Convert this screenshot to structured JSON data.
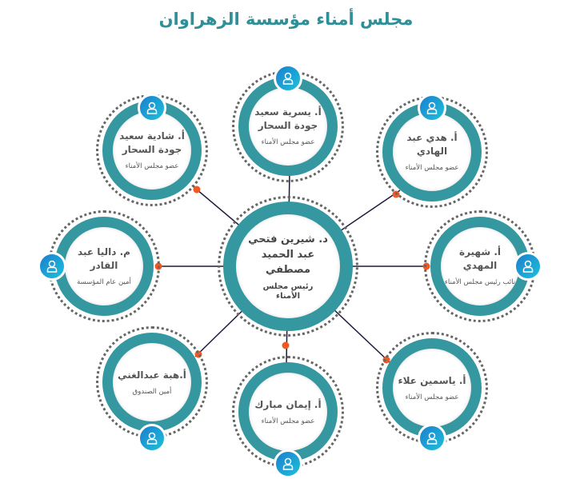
{
  "title": "مجلس أمناء مؤسسة الزهراوان",
  "center": {
    "name": "د. شيرين فتحي عبد الحميد مصطفي",
    "role": "رئيس مجلس الأمناء"
  },
  "members": [
    {
      "name": "أ. يسرية سعيد جودة السحار",
      "role": "عضو مجلس الأمناء"
    },
    {
      "name": "أ. شادية سعيد جودة السحار",
      "role": "عضو مجلس الأمناء"
    },
    {
      "name": "أ. هدي عبد الهادي",
      "role": "عضو مجلس الأمناء"
    },
    {
      "name": "م. داليا عبد القادر",
      "role": "أمين عام المؤسسة"
    },
    {
      "name": "أ. شهيرة المهدي",
      "role": "نائب رئيس مجلس الأمناء"
    },
    {
      "name": "أ.هبة عبدالغني",
      "role": "أمين الصندوق"
    },
    {
      "name": "أ. إيمان مبارك",
      "role": "عضو مجلس الأمناء"
    },
    {
      "name": "أ. ياسمين علاء",
      "role": "عضو مجلس الأمناء"
    }
  ],
  "colors": {
    "ring": "#3597a0",
    "connector_dot": "#f05a22",
    "line": "#1e1a3c",
    "title": "#2e8f98"
  }
}
